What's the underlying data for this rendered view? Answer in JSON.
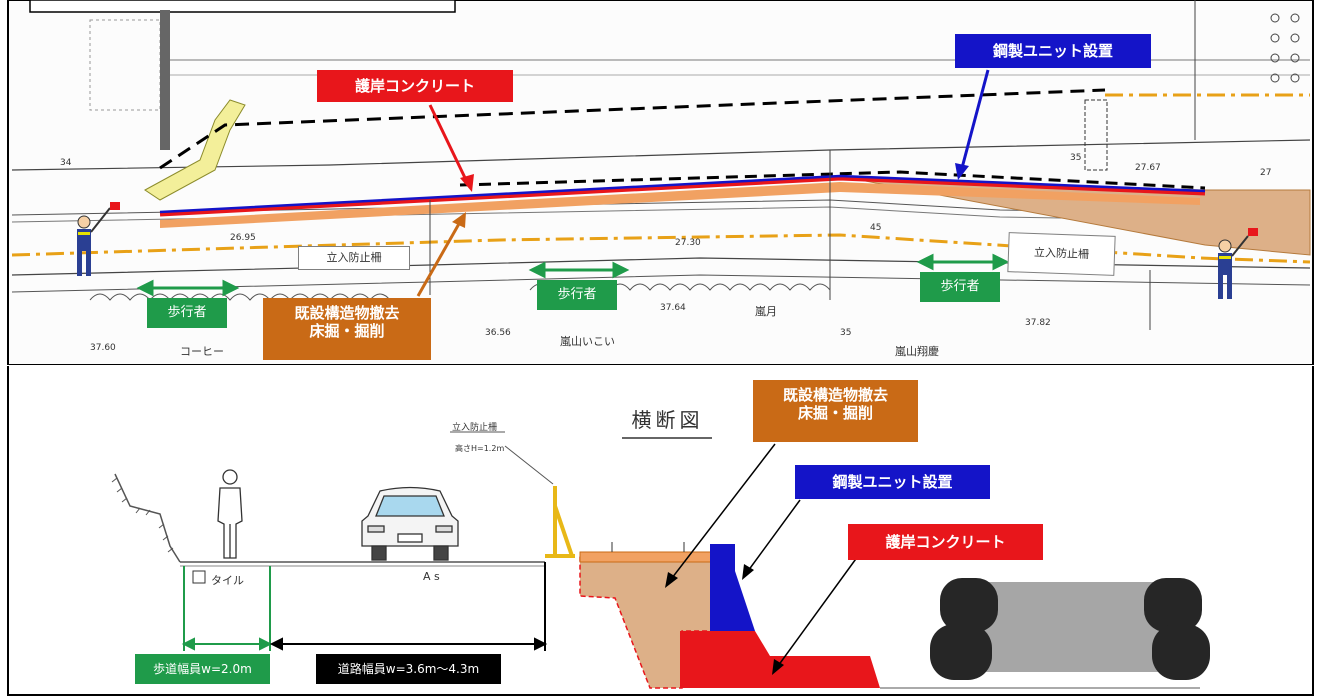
{
  "plan": {
    "label_concrete": "護岸コンクリート",
    "label_steel_unit": "鋼製ユニット設置",
    "label_demolish_line1": "既設構造物撤去",
    "label_demolish_line2": "床掘・掘削",
    "label_pedestrian": "歩行者",
    "label_fence": "立入防止柵"
  },
  "section": {
    "title": "横断図",
    "label_demolish_line1": "既設構造物撤去",
    "label_demolish_line2": "床掘・掘削",
    "label_steel_unit": "鋼製ユニット設置",
    "label_concrete": "護岸コンクリート",
    "fence_note": "立入防止柵",
    "fence_height": "高さH=1.2m",
    "tile_label": "タイル",
    "road_surface": "A s",
    "sidewalk_width": "歩道幅員w=2.0m",
    "road_width": "道路幅員w=3.6m～4.3m"
  },
  "colors": {
    "red": "#e8161b",
    "blue": "#1414c8",
    "orange": "#c96a16",
    "green": "#1f9b4a",
    "dash_yellow": "#e8a117",
    "excavation_fill": "#ddb088"
  }
}
